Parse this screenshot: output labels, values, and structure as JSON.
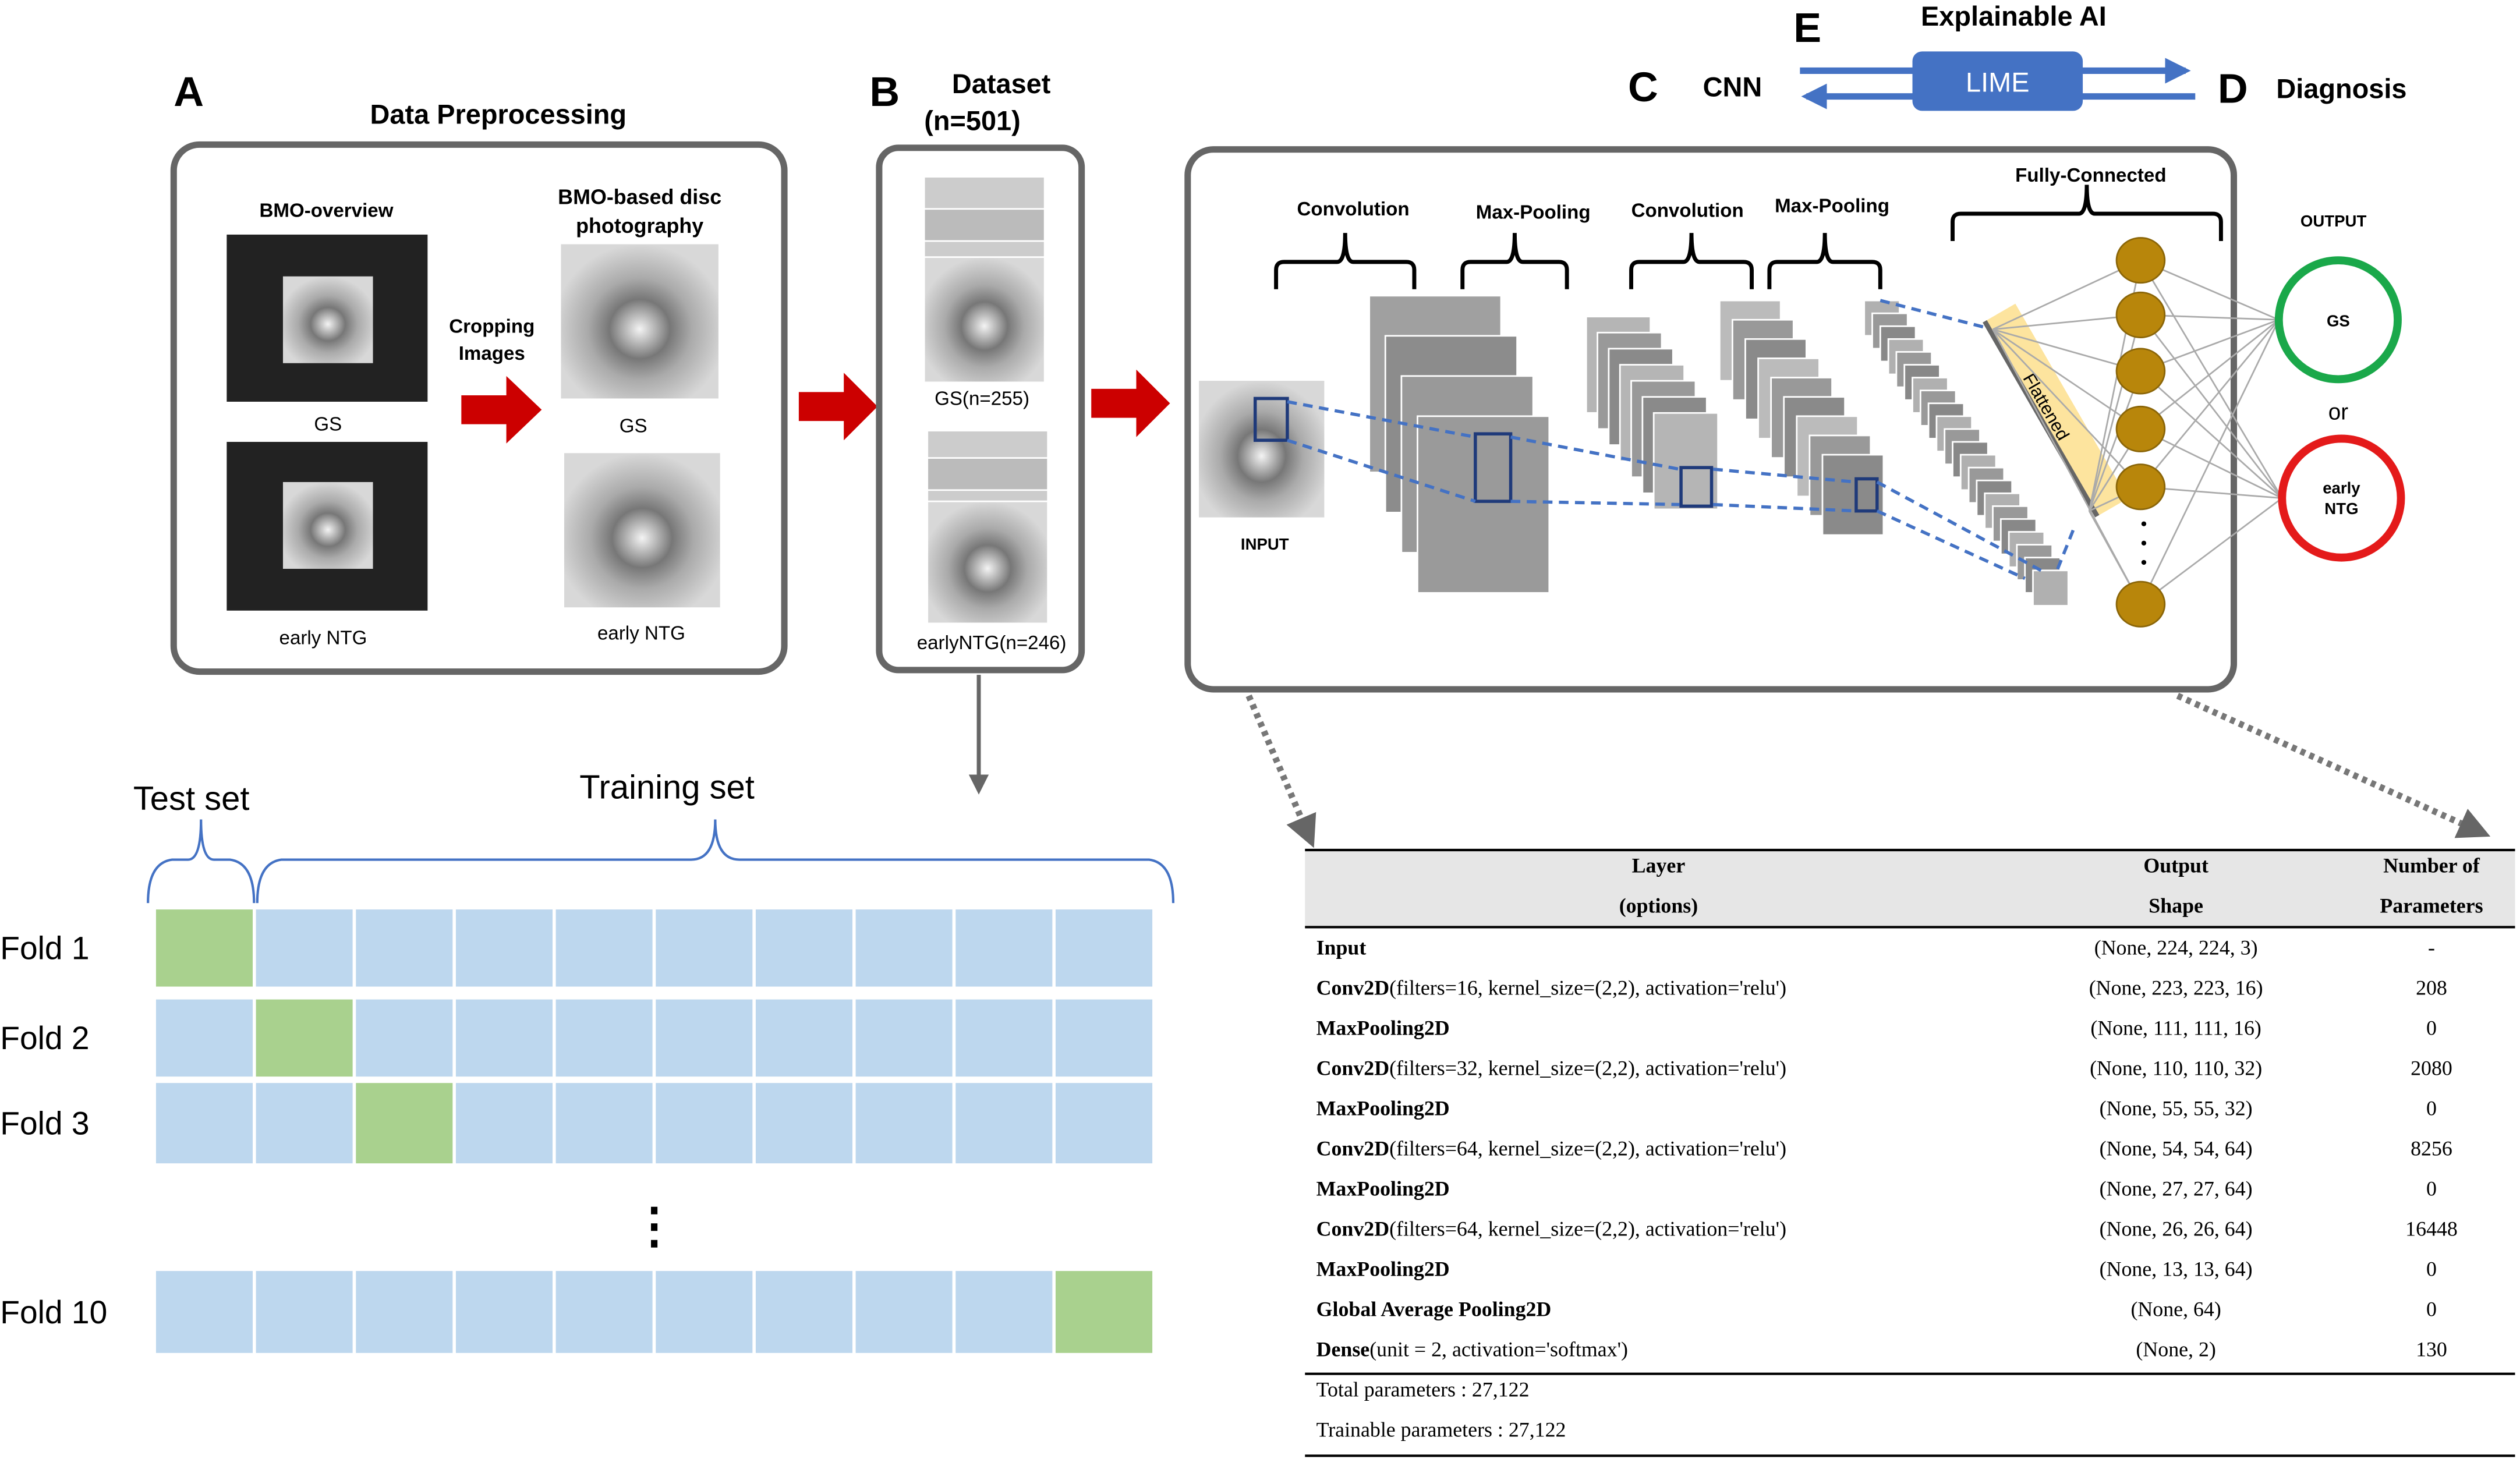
{
  "panel_a": {
    "letter": "A",
    "title": "Data Preprocessing",
    "bmo_overview": "BMO-overview",
    "bmo_disc_line1": "BMO-based disc",
    "bmo_disc_line2": "photography",
    "cropping_line1": "Cropping",
    "cropping_line2": "Images",
    "gs": "GS",
    "early_ntg": "early NTG"
  },
  "panel_b": {
    "letter": "B",
    "title": "Dataset",
    "count": "(n=501)",
    "gs_count": "GS(n=255)",
    "ntg_count": "earlyNTG(n=246)"
  },
  "panel_c": {
    "letter": "C",
    "title": "CNN",
    "convolution": "Convolution",
    "max_pooling": "Max-Pooling",
    "fully_connected": "Fully-Connected",
    "flattened": "Flattened",
    "input": "INPUT",
    "output": "OUTPUT",
    "gs": "GS",
    "or": "or",
    "early": "early",
    "ntg": "NTG"
  },
  "panel_d": {
    "letter": "D",
    "title": "Diagnosis"
  },
  "panel_e": {
    "letter": "E",
    "title": "Explainable AI",
    "lime": "LIME"
  },
  "colors": {
    "red_arrow": "#cc0000",
    "lime_box": "#4472c4",
    "fold_train": "#bdd7ee",
    "fold_test": "#a9d18e",
    "neuron": "#b8860b",
    "gs_ring": "#1aa84a",
    "ntg_ring": "#e41a1a"
  },
  "cv": {
    "test_label": "Test set",
    "training_label": "Training  set",
    "ellipsis": "⋮",
    "folds": [
      {
        "label": "Fold 1",
        "test_index": 0
      },
      {
        "label": "Fold 2",
        "test_index": 1
      },
      {
        "label": "Fold 3",
        "test_index": 2
      },
      {
        "label": "Fold 10",
        "test_index": 9
      }
    ]
  },
  "table": {
    "headers": [
      [
        "Layer",
        "(options)"
      ],
      [
        "Output",
        "Shape"
      ],
      [
        "Number of",
        "Parameters"
      ]
    ],
    "rows": [
      {
        "layer": "Input",
        "options": "",
        "shape": "(None, 224, 224, 3)",
        "params": "-"
      },
      {
        "layer": "Conv2D",
        "options": "(filters=16, kernel_size=(2,2), activation='relu')",
        "shape": "(None, 223, 223, 16)",
        "params": "208"
      },
      {
        "layer": "MaxPooling2D",
        "options": "",
        "shape": "(None, 111, 111, 16)",
        "params": "0"
      },
      {
        "layer": "Conv2D",
        "options": "(filters=32, kernel_size=(2,2), activation='relu')",
        "shape": "(None, 110, 110, 32)",
        "params": "2080"
      },
      {
        "layer": "MaxPooling2D",
        "options": "",
        "shape": "(None, 55, 55, 32)",
        "params": "0"
      },
      {
        "layer": "Conv2D",
        "options": "(filters=64, kernel_size=(2,2), activation='relu')",
        "shape": "(None, 54, 54, 64)",
        "params": "8256"
      },
      {
        "layer": "MaxPooling2D",
        "options": "",
        "shape": "(None, 27, 27, 64)",
        "params": "0"
      },
      {
        "layer": "Conv2D",
        "options": "(filters=64, kernel_size=(2,2), activation='relu')",
        "shape": "(None, 26, 26, 64)",
        "params": "16448"
      },
      {
        "layer": "MaxPooling2D",
        "options": "",
        "shape": "(None, 13, 13, 64)",
        "params": "0"
      },
      {
        "layer": "Global Average Pooling2D",
        "options": "",
        "shape": "(None, 64)",
        "params": "0"
      },
      {
        "layer": "Dense",
        "options": "(unit = 2, activation='softmax')",
        "shape": "(None, 2)",
        "params": "130"
      }
    ],
    "total": "Total parameters : 27,122",
    "trainable": "Trainable parameters : 27,122"
  }
}
